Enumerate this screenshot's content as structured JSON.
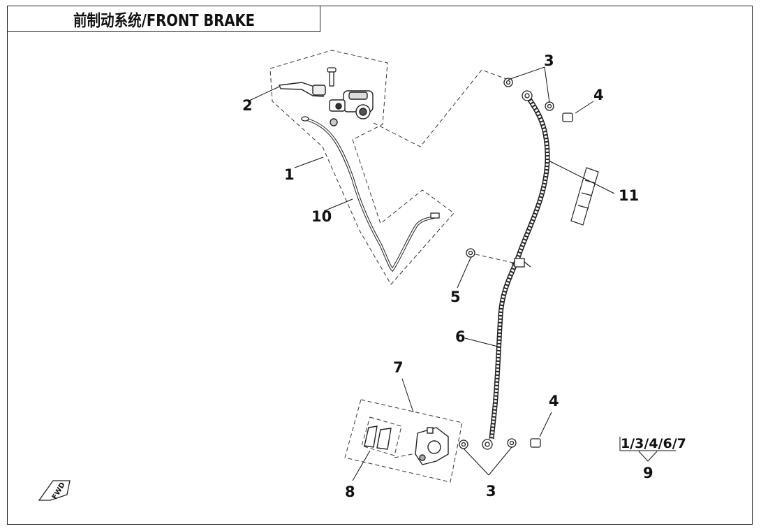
{
  "title": "前制动系统/FRONT BRAKE",
  "callouts": [
    "1",
    "2",
    "3",
    "4",
    "5",
    "6",
    "7",
    "8",
    "9",
    "10",
    "11"
  ],
  "callout_repeats": {
    "three_bottom": "3",
    "four_bottom": "4"
  },
  "kit_label": "1/3/4/6/7",
  "fwd_label": "FWD",
  "parts": [
    "brake-lever",
    "master-cylinder",
    "brake-hose",
    "caliper",
    "brake-pads",
    "banjo-bolt",
    "crush-washer",
    "hose-clamp-bolt",
    "brake-light-switch-wire",
    "hose-guard"
  ]
}
